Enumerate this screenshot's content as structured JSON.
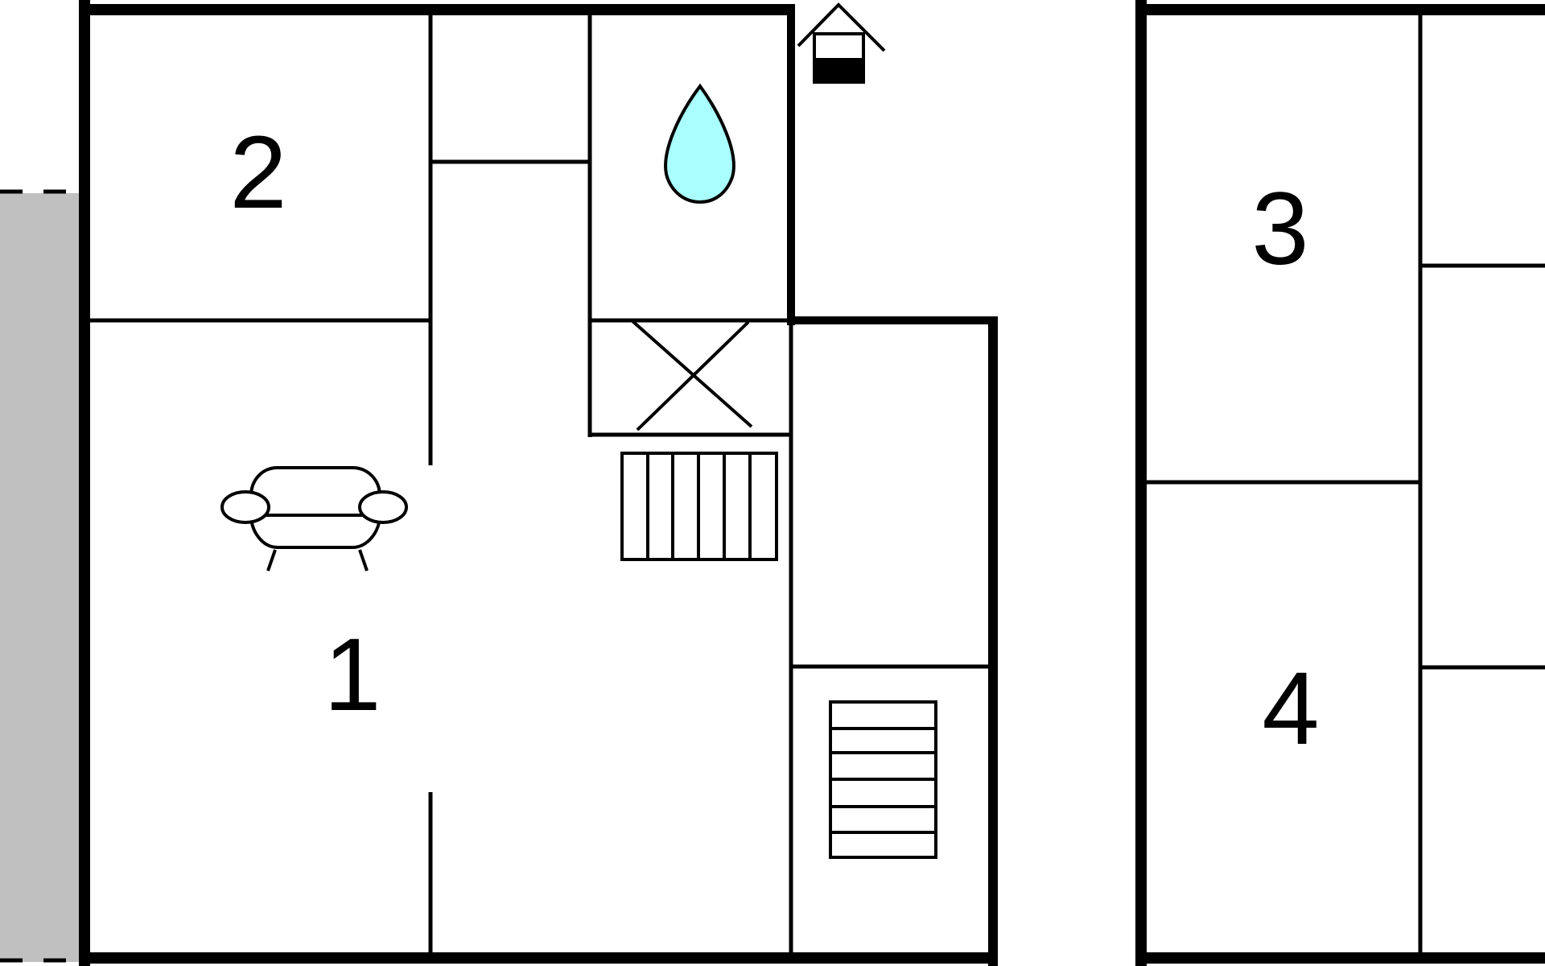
{
  "floor_plan": {
    "rooms": [
      {
        "id": "room-1",
        "label": "1"
      },
      {
        "id": "room-2",
        "label": "2"
      },
      {
        "id": "room-3",
        "label": "3"
      },
      {
        "id": "room-4",
        "label": "4"
      }
    ],
    "symbols": [
      {
        "name": "bathroom-water-drop-icon",
        "fill": "#aaffff"
      },
      {
        "name": "sauna-house-icon"
      },
      {
        "name": "sofa-icon"
      },
      {
        "name": "crossed-box-icon"
      },
      {
        "name": "staircase-icon"
      }
    ],
    "colors": {
      "wall": "#000000",
      "terrace": "#c0c0c0",
      "water_drop": "#aaffff",
      "background": "#ffffff"
    }
  }
}
